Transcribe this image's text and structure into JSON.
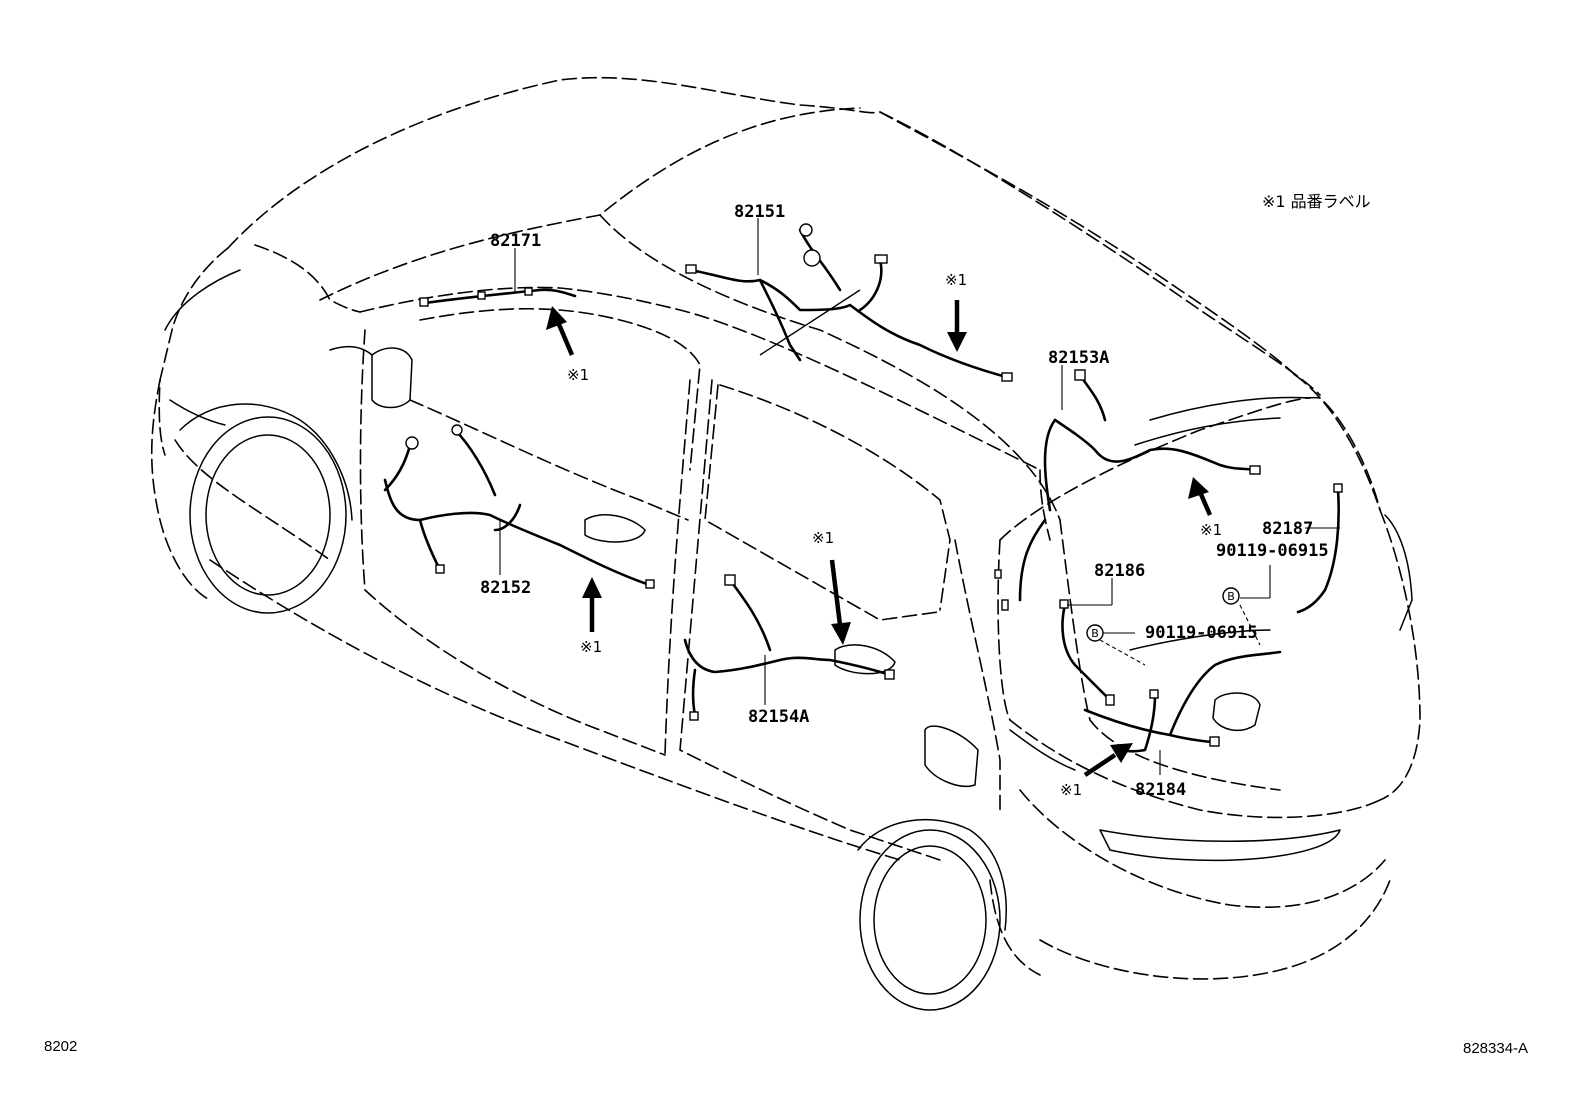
{
  "legend": {
    "note": "※1 品番ラベル"
  },
  "footer": {
    "left_code": "8202",
    "right_code": "828334-A"
  },
  "parts": {
    "p82171": "82171",
    "p82151": "82151",
    "p82153a": "82153A",
    "p82152": "82152",
    "p82154a": "82154A",
    "p82186": "82186",
    "p82187": "82187",
    "p82184": "82184",
    "bolt_upper": "90119-06915",
    "bolt_lower": "90119-06915"
  },
  "markers": {
    "note_ref": "※1",
    "circle_b": "B"
  }
}
